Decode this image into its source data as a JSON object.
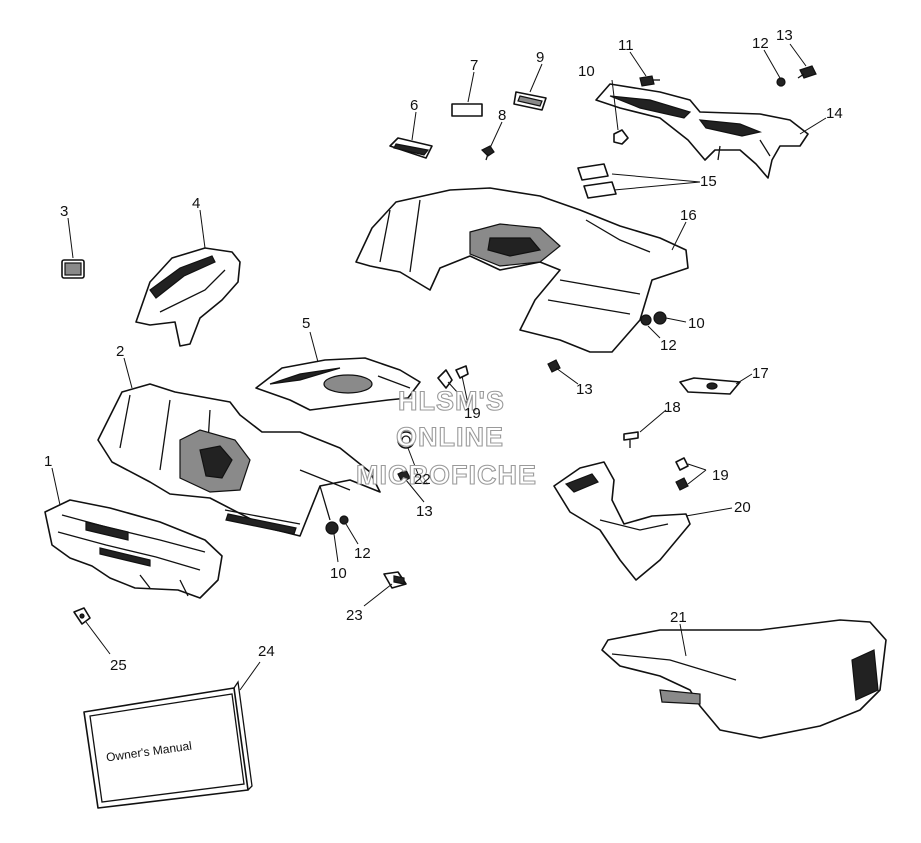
{
  "diagram": {
    "callouts": [
      {
        "id": "c1",
        "label": "1"
      },
      {
        "id": "c2",
        "label": "2"
      },
      {
        "id": "c3",
        "label": "3"
      },
      {
        "id": "c4",
        "label": "4"
      },
      {
        "id": "c5",
        "label": "5"
      },
      {
        "id": "c6",
        "label": "6"
      },
      {
        "id": "c7",
        "label": "7"
      },
      {
        "id": "c8",
        "label": "8"
      },
      {
        "id": "c9",
        "label": "9"
      },
      {
        "id": "c10a",
        "label": "10"
      },
      {
        "id": "c10b",
        "label": "10"
      },
      {
        "id": "c10c",
        "label": "10"
      },
      {
        "id": "c11",
        "label": "11"
      },
      {
        "id": "c12a",
        "label": "12"
      },
      {
        "id": "c12b",
        "label": "12"
      },
      {
        "id": "c12c",
        "label": "12"
      },
      {
        "id": "c13a",
        "label": "13"
      },
      {
        "id": "c13b",
        "label": "13"
      },
      {
        "id": "c13c",
        "label": "13"
      },
      {
        "id": "c14",
        "label": "14"
      },
      {
        "id": "c15",
        "label": "15"
      },
      {
        "id": "c16",
        "label": "16"
      },
      {
        "id": "c17",
        "label": "17"
      },
      {
        "id": "c18",
        "label": "18"
      },
      {
        "id": "c19a",
        "label": "19"
      },
      {
        "id": "c19b",
        "label": "19"
      },
      {
        "id": "c20",
        "label": "20"
      },
      {
        "id": "c21",
        "label": "21"
      },
      {
        "id": "c22",
        "label": "22"
      },
      {
        "id": "c23",
        "label": "23"
      },
      {
        "id": "c24",
        "label": "24"
      },
      {
        "id": "c25",
        "label": "25"
      }
    ],
    "manual_title": "Owner's Manual",
    "watermark": {
      "line1": "HLSM'S",
      "line2": "ONLINE",
      "line3": "MICROFICHE"
    }
  }
}
